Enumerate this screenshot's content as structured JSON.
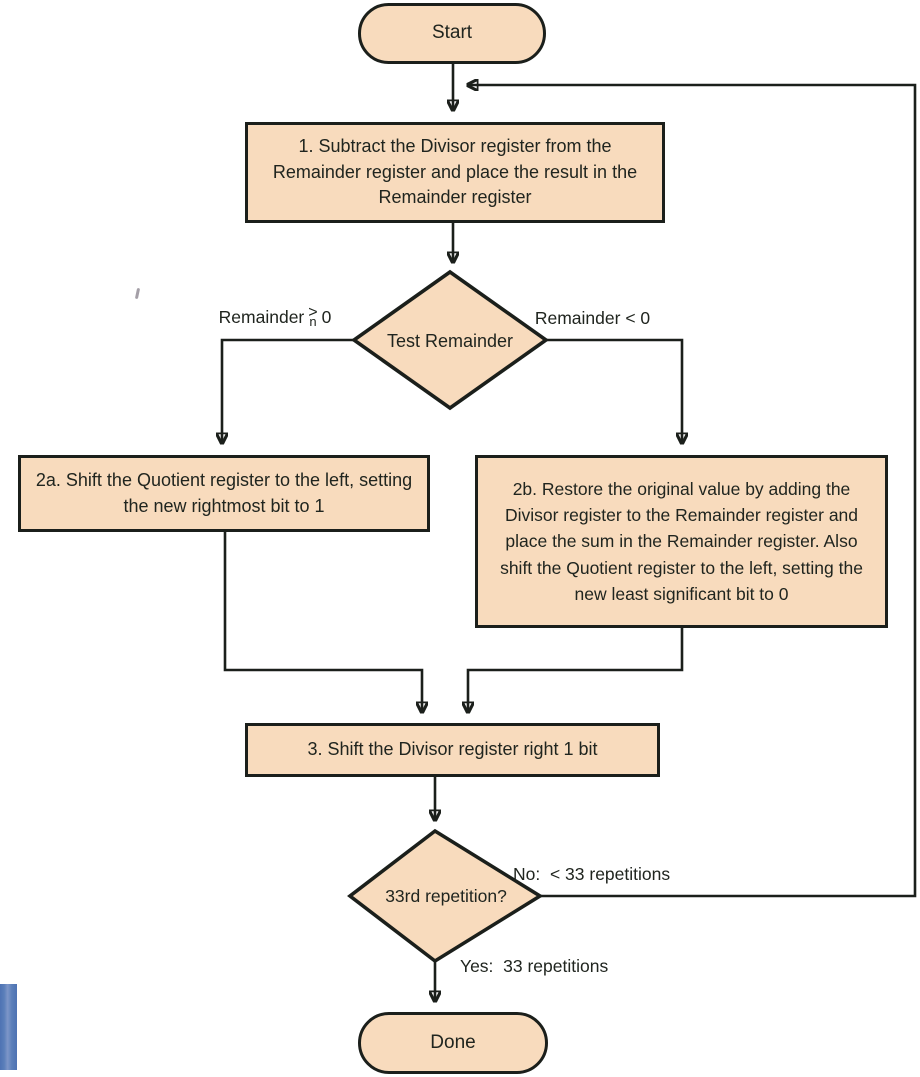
{
  "flowchart": {
    "nodes": {
      "start": {
        "label": "Start"
      },
      "step1": {
        "label": "1. Subtract the Divisor register from the Remainder register and place the result in the Remainder register"
      },
      "test_remainder": {
        "label": "Test Remainder"
      },
      "step2a": {
        "label": "2a. Shift the Quotient register to the left, setting the new rightmost bit to 1"
      },
      "step2b": {
        "label": "2b. Restore the original value by adding the Divisor register to the Remainder register and place the sum in the Remainder register. Also shift the Quotient register to the left, setting the new least significant bit to 0"
      },
      "step3": {
        "label": "3. Shift the Divisor register right 1 bit"
      },
      "test_repetition": {
        "label": "33rd repetition?"
      },
      "done": {
        "label": "Done"
      }
    },
    "edge_labels": {
      "remainder_ge": {
        "before": "Remainder",
        "stack_top": ">",
        "stack_bottom": "n",
        "after": "0"
      },
      "remainder_lt": "Remainder < 0",
      "no_branch": "No:  < 33 repetitions",
      "yes_branch": "Yes:  33 repetitions"
    },
    "colors": {
      "node_fill": "#F8DBBD",
      "node_border": "#1B1F1B",
      "line": "#1B1F1B",
      "text": "#20251F",
      "artifact_blue": "#4E73B3",
      "background": "#FFFFFF"
    }
  }
}
